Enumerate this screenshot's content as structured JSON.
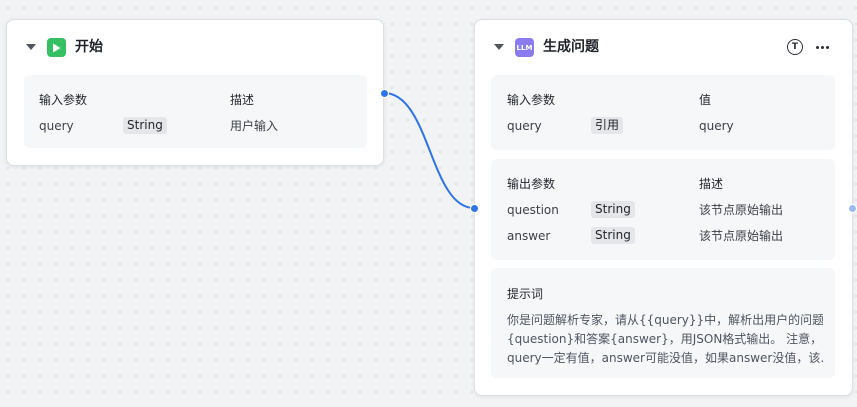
{
  "nodes": {
    "start": {
      "title": "开始",
      "inputs": {
        "header_param": "输入参数",
        "header_desc": "描述",
        "rows": [
          {
            "name": "query",
            "type": "String",
            "desc": "用户输入"
          }
        ]
      }
    },
    "llm": {
      "title": "生成问题",
      "type_badge": "LLM",
      "action_t": "T",
      "inputs": {
        "header_param": "输入参数",
        "header_value": "值",
        "rows": [
          {
            "name": "query",
            "source": "引用",
            "value": "query"
          }
        ]
      },
      "outputs": {
        "header_param": "输出参数",
        "header_desc": "描述",
        "rows": [
          {
            "name": "question",
            "type": "String",
            "desc": "该节点原始输出"
          },
          {
            "name": "answer",
            "type": "String",
            "desc": "该节点原始输出"
          }
        ]
      },
      "prompt": {
        "label": "提示词",
        "lines": [
          "你是问题解析专家，请从{{query}}中，解析出用户的问题",
          "{question}和答案{answer}，用JSON格式输出。 注意，",
          "query一定有值，answer可能没值，如果answer没值，该…"
        ]
      }
    }
  },
  "colors": {
    "edge": "#2f74e6",
    "port": "#2f74e6",
    "port_idle": "#9dbcf5",
    "start_icon": "#37c063",
    "llm_icon": "#8a7cf0"
  }
}
